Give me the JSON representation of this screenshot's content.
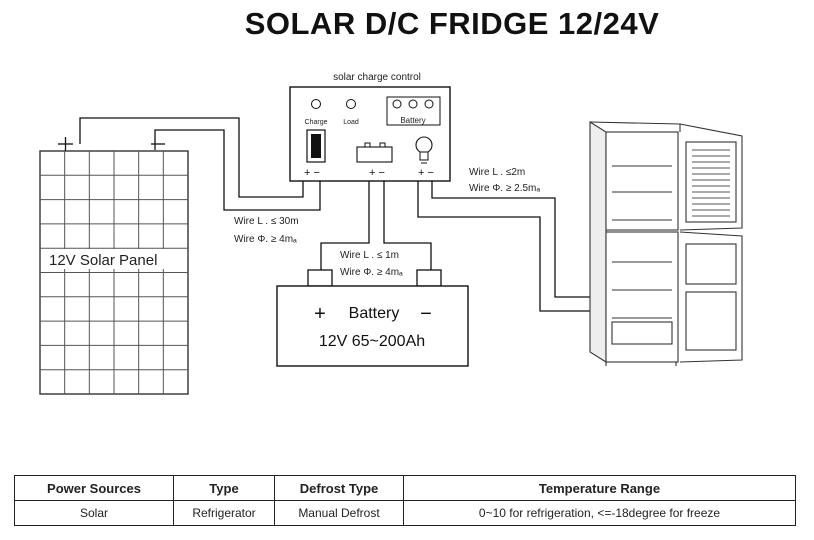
{
  "title": "SOLAR D/C FRIDGE 12/24V",
  "controller": {
    "label": "solar charge control",
    "charge_label": "Charge",
    "load_label": "Load",
    "battery_label": "Battery",
    "pv_terminal": "+ −",
    "battery_terminal": "+ −",
    "load_terminal": "+ −"
  },
  "solar_panel": {
    "label": "12V Solar Panel",
    "plus": "+",
    "minus": "−"
  },
  "battery": {
    "plus": "+",
    "name": "Battery",
    "minus": "−",
    "spec": "12V 65~200Ah"
  },
  "wires": {
    "panel_length": "Wire L . ≤ 30m",
    "panel_diameter": "Wire Φ. ≥ 4mₐ",
    "battery_length": "Wire L . ≤ 1m",
    "battery_diameter": "Wire Φ. ≥ 4mₐ",
    "fridge_length": "Wire L . ≤2m",
    "fridge_diameter": "Wire Φ. ≥ 2.5mₐ"
  },
  "table": {
    "headers": [
      "Power Sources",
      "Type",
      "Defrost Type",
      "Temperature Range"
    ],
    "rows": [
      [
        "Solar",
        "Refrigerator",
        "Manual Defrost",
        "0~10 for refrigeration, <=-18degree for freeze"
      ]
    ]
  },
  "colors": {
    "line": "#111111",
    "panel_grid": "#555555"
  }
}
